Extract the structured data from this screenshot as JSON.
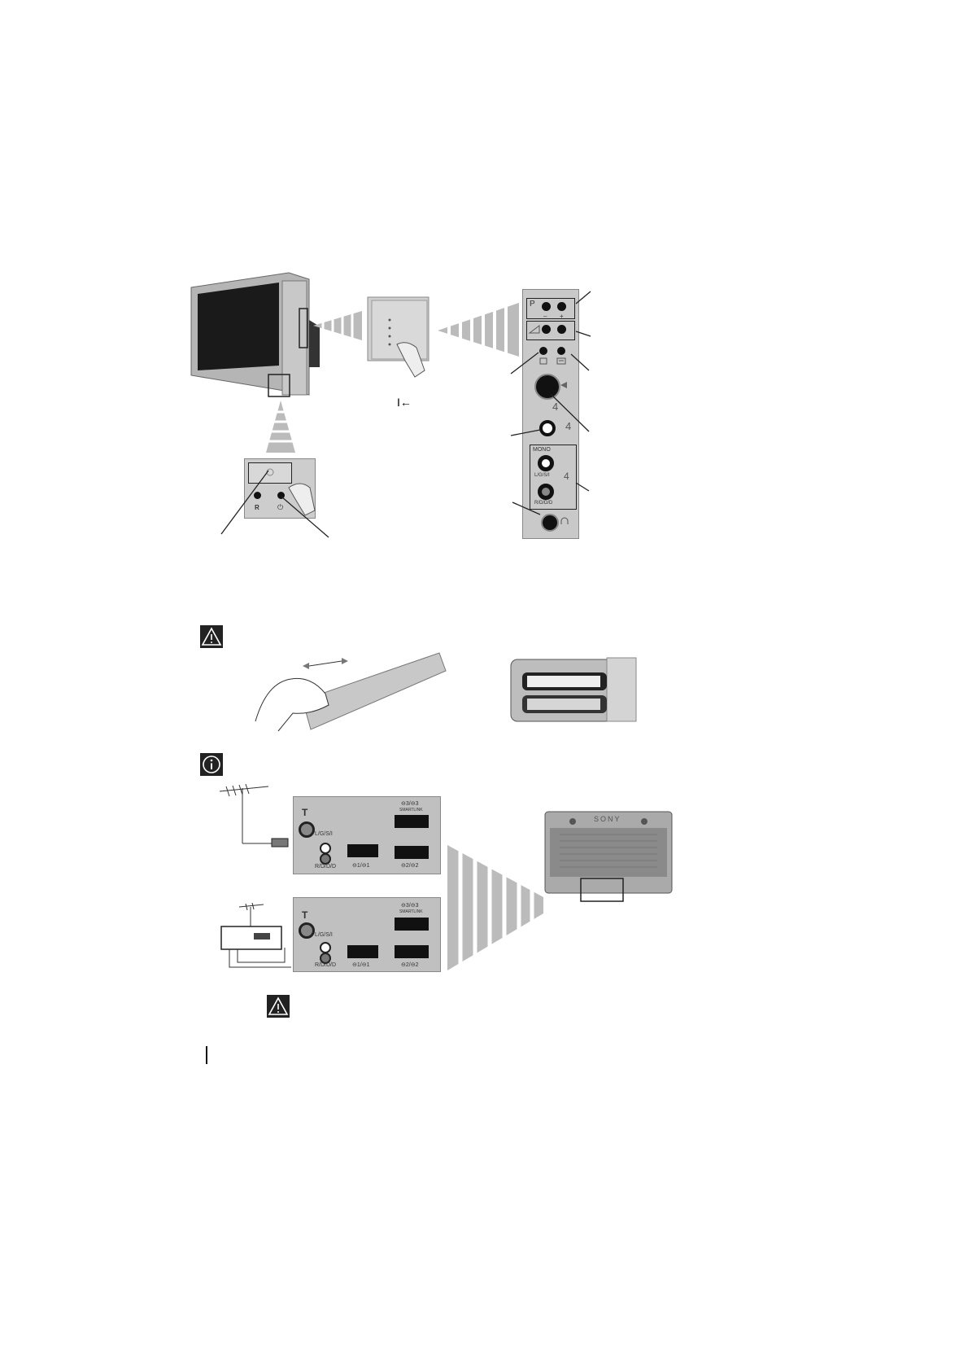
{
  "figure1": {
    "tv_front": {
      "icons": [
        "tv-icon"
      ]
    },
    "door_detail": {
      "symbol_text": "I←"
    },
    "side_panel": {
      "row1_letter": "P",
      "row1_minus": "–",
      "row1_plus": "+",
      "svideo_label": "4",
      "video_label": "4",
      "mono_label": "MONO",
      "lr_label": "L/G/S/I",
      "r_label": "R/D/D/D",
      "audio_label": "4"
    },
    "front_bottom": {
      "r_label": "R",
      "power_label": "⏻"
    }
  },
  "figure3": {
    "panel_top": {
      "antenna_label": "T",
      "l_label": "L/G/S/I",
      "r_label": "R/D/D/D",
      "scart1_label": "⊖1/⊖1",
      "scart2_label": "⊖2/⊖2",
      "scart3_label": "⊖3/⊖3",
      "smartlink_label": "SMARTLINK"
    },
    "panel_bottom": {
      "antenna_label": "T",
      "l_label": "L/G/S/I",
      "r_label": "R/D/D/D",
      "scart1_label": "⊖1/⊖1",
      "scart2_label": "⊖2/⊖2",
      "scart3_label": "⊖3/⊖3",
      "smartlink_label": "SMARTLINK"
    },
    "tv_back": {
      "brand": "SONY"
    }
  },
  "colors": {
    "panel": "#c9c9c9",
    "dark": "#222222",
    "line": "#333333"
  }
}
